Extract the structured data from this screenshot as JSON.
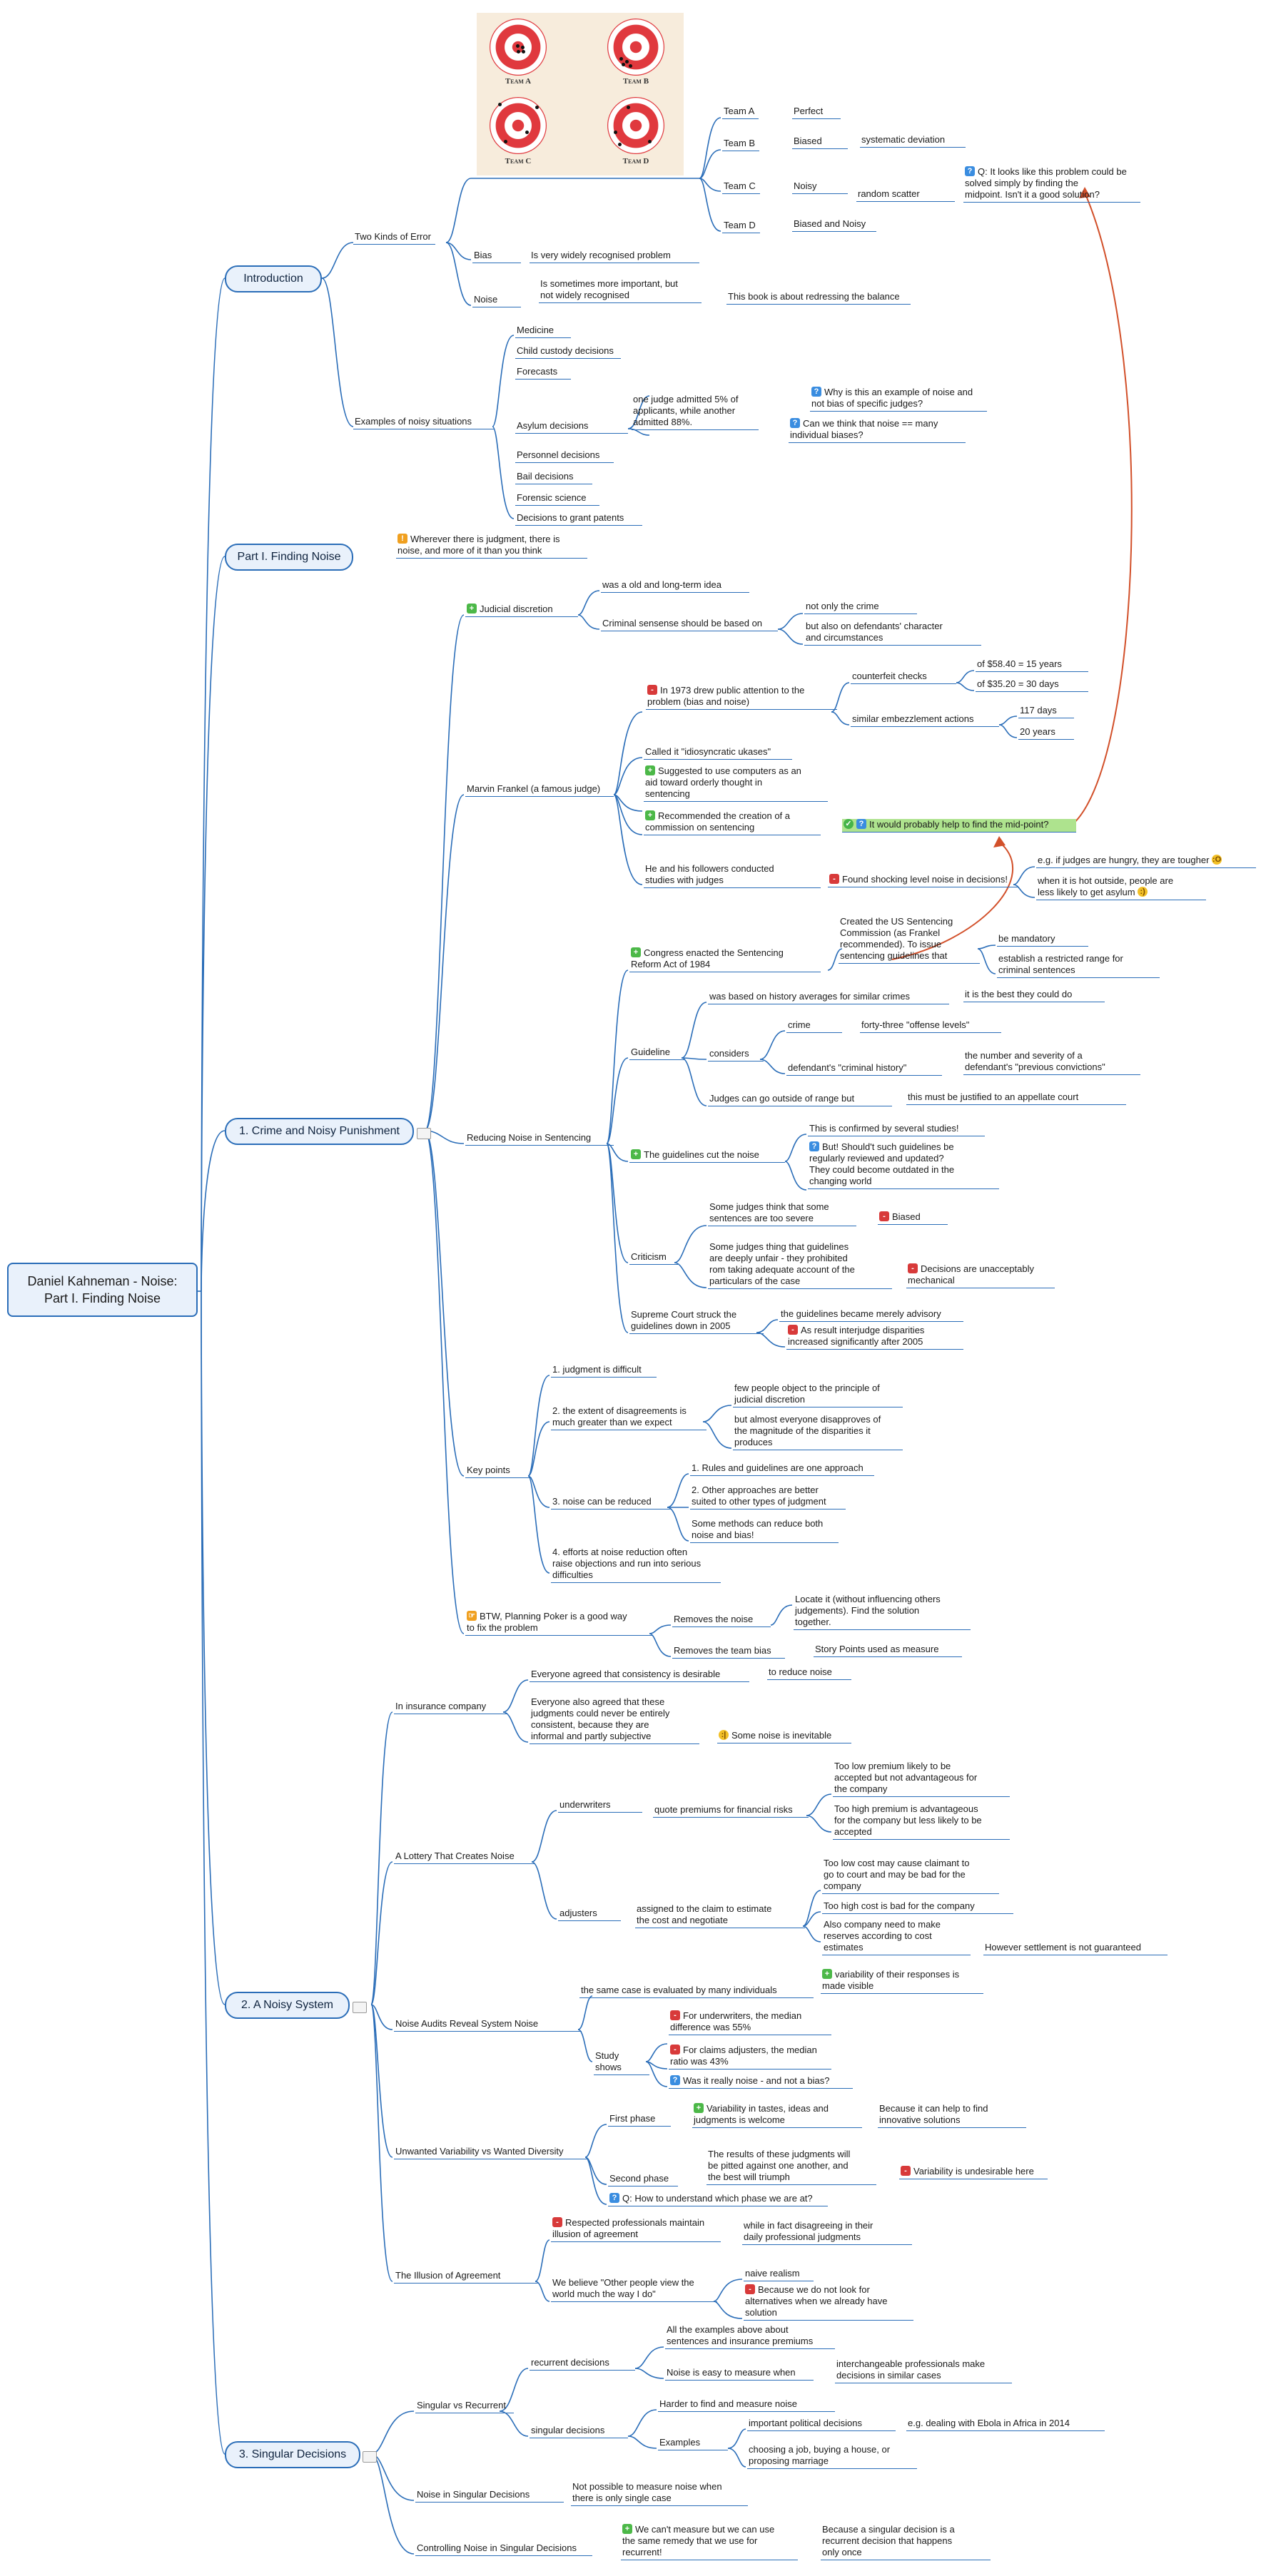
{
  "root": "Daniel Kahneman - Noise:\nPart I. Finding Noise",
  "image": {
    "team_labels": [
      "Team A",
      "Team B",
      "Team C",
      "Team D"
    ]
  },
  "intro": {
    "title": "Introduction",
    "two_kinds": "Two Kinds of Error",
    "team_a": "Team A",
    "perfect": "Perfect",
    "team_b": "Team B",
    "biased": "Biased",
    "systematic": "systematic deviation",
    "team_c": "Team C",
    "noisy": "Noisy",
    "random": "random scatter",
    "q_midpoint": "Q: It looks like this problem could be\nsolved simply by finding the\nmidpoint. Isn't it a good solution?",
    "team_d": "Team D",
    "biased_noisy": "Biased and Noisy",
    "bias": "Bias",
    "bias_desc": "Is very widely recognised problem",
    "noise": "Noise",
    "noise_desc": "Is sometimes more important, but\nnot widely recognised",
    "book": "This book is about redressing the balance",
    "examples": "Examples of noisy situations",
    "ex_items": [
      "Medicine",
      "Child custody decisions",
      "Forecasts",
      "Asylum decisions",
      "Personnel decisions",
      "Bail decisions",
      "Forensic science",
      "Decisions to grant patents"
    ],
    "asylum_detail": "one judge admitted 5% of\napplicants, while another\nadmitted 88%.",
    "asylum_q1": "Why is this an example of noise and\nnot bias of specific judges?",
    "asylum_q2": "Can we think that noise == many\nindividual biases?"
  },
  "part1": {
    "title": "Part I. Finding Noise",
    "warning": "Wherever there is judgment, there is\nnoise, and more of it than you think"
  },
  "crime": {
    "title": "1. Crime and Noisy Punishment",
    "judicial": "Judicial discretion",
    "old_idea": "was a old and long-term idea",
    "criminal": "Criminal sensense should be based on",
    "not_only": "not only the crime",
    "but_also": "but also on defendants' character\nand circumstances",
    "frankel": "Marvin Frankel (a famous judge)",
    "drew": "In 1973 drew public attention to the\nproblem (bias and noise)",
    "counterfeit": "counterfeit checks",
    "c1": "of $58.40 = 15 years",
    "c2": "of $35.20 = 30 days",
    "embezzle": "similar embezzlement actions",
    "e1": "117 days",
    "e2": "20 years",
    "idiosyncratic": "Called it \"idiosyncratic ukases\"",
    "computers": "Suggested to use computers as an\naid toward orderly thought in\nsentencing",
    "commission": "Recommended the creation of a\ncommission on sentencing",
    "midpoint": "It would probably help to find the mid-point?",
    "followers": "He and his followers conducted\nstudies with judges",
    "shocking": "Found shocking level noise in decisions!",
    "hungry": "e.g. if judges are hungry, they are tougher",
    "outside": "when it is hot outside, people are\nless likely to get asylum",
    "reducing": "Reducing Noise in Sentencing",
    "congress": "Congress enacted the Sentencing\nReform Act of 1984",
    "created": "Created the US Sentencing\nCommission (as Frankel\nrecommended). To issue\nsentencing guidelines that",
    "mandatory": "be mandatory",
    "range": "establish a restricted range for\ncriminal sentences",
    "guideline": "Guideline",
    "averages": "was based on history averages for similar crimes",
    "best": "it is the best they could do",
    "considers": "considers",
    "crime": "crime",
    "levels": "forty-three \"offense levels\"",
    "history": "defendant's \"criminal history\"",
    "convictions": "the number and severity of a\ndefendant's \"previous convictions\"",
    "outside_range": "Judges can go outside of range but",
    "appellate": "this must be justified to an appellate court",
    "cut": "The guidelines cut the noise",
    "confirmed": "This is confirmed by several studies!",
    "but_should": "But! Should't such guidelines be\nregularly reviewed and updated?\nThey could become outdated in the\nchanging world",
    "criticism": "Criticism",
    "severe": "Some judges think that some\nsentences are too severe",
    "biased": "Biased",
    "unfair": "Some judges thing that guidelines\nare deeply unfair  - they prohibited\nrom taking adequate account of the\nparticulars of the case",
    "mechanical": "Decisions are unacceptably\nmechanical",
    "supreme": "Supreme Court struck the\nguidelines down in 2005",
    "advisory": "the guidelines became merely advisory",
    "disparities": "As result interjudge disparities\nincreased significantly after 2005",
    "key": "Key points",
    "k1": "1. judgment is difficult",
    "k2": "2. the extent of disagreements is\nmuch greater than we expect",
    "k2a": "few people object to the principle of\njudicial discretion",
    "k2b": "but almost everyone disapproves of\nthe magnitude of the disparities it\nproduces",
    "k3": "3. noise can be reduced",
    "k3a": "1. Rules and guidelines are one approach",
    "k3b": "2. Other approaches are better\nsuited to other types of judgment",
    "k3c": "Some methods can reduce both\nnoise and bias!",
    "k4": "4. efforts at noise reduction often\nraise objections and run into serious\ndifficulties",
    "poker": "BTW, Planning Poker is a good way\nto fix the problem",
    "removes_noise": "Removes the noise",
    "locate": "Locate it (without influencing others\njudgements). Find the solution\ntogether.",
    "removes_bias": "Removes the team bias",
    "story": "Story Points used as measure"
  },
  "noisy": {
    "title": "2. A Noisy System",
    "insurance": "In insurance company",
    "everyone": "Everyone agreed that consistency is desirable",
    "reduce": "to reduce noise",
    "everyone2": "Everyone also agreed that these\njudgments could never be entirely\nconsistent, because they are\ninformal and partly subjective",
    "inevitable": "Some noise is inevitable",
    "lottery": "A Lottery That Creates Noise",
    "underwriters": "underwriters",
    "quote": "quote premiums for financial risks",
    "low_prem": "Too low premium likely to be\naccepted but not advantageous for\nthe company",
    "high_prem": "Too high premium is advantageous\nfor the company but less likely to be\naccepted",
    "adjusters": "adjusters",
    "assigned": "assigned to the claim to estimate\nthe cost and negotiate",
    "low_cost": "Too low cost may cause claimant to\ngo to court and may be bad for the\ncompany",
    "high_cost": "Too high cost is bad for the company",
    "reserves": "Also company need to make\nreserves according to cost\nestimates",
    "settlement": "However settlement is not guaranteed",
    "audits": "Noise Audits Reveal System Noise",
    "same_case": "the same case is evaluated by many individuals",
    "variability": "variability of their responses is\nmade visible",
    "study": "Study shows",
    "s1": "For underwriters, the median\ndifference was 55%",
    "s2": "For claims adjusters, the median\nratio was 43%",
    "s3": "Was it really noise - and not a bias?",
    "unwanted": "Unwanted Variability vs Wanted Diversity",
    "first": "First phase",
    "tastes": "Variability in tastes, ideas and\njudgments is welcome",
    "innovative": "Because it can help to find\ninnovative solutions",
    "second": "Second phase",
    "pitted": "The results of these judgments will\nbe pitted against one another, and\nthe best will triumph",
    "undesirable": "Variability is undesirable here",
    "phase_q": "Q: How to understand which phase we are at?",
    "illusion": "The Illusion of Agreement",
    "respected": "Respected professionals maintain\nillusion of agreement",
    "disagree": "while in fact disagreeing in their\ndaily professional judgments",
    "believe": "We believe \"Other people view the\nworld much the way I do\"",
    "naive": "naive realism",
    "alternatives": "Because we do not look for\nalternatives when we already have\nsolution"
  },
  "singular": {
    "title": "3. Singular Decisions",
    "svr": "Singular vs Recurrent",
    "recurrent": "recurrent decisions",
    "all_examples": "All the examples above about\nsentences and insurance premiums",
    "easy": "Noise is easy to measure when",
    "interchangeable": "interchangeable professionals make\ndecisions in similar cases",
    "singular_d": "singular decisions",
    "harder": "Harder to find and measure noise",
    "examples": "Examples",
    "political": "important political decisions",
    "ebola": "e.g. dealing with Ebola in Africa in 2014",
    "job": "choosing a job, buying a house, or\nproposing marriage",
    "noise_sd": "Noise in Singular Decisions",
    "not_possible": "Not possible to measure noise when\nthere is only single case",
    "controlling": "Controlling Noise in Singular Decisions",
    "cant": "We can't measure but we can use\nthe same remedy that we use for\nrecurrent!",
    "because": "Because a singular decision is a\nrecurrent decision that happens\nonly once"
  }
}
